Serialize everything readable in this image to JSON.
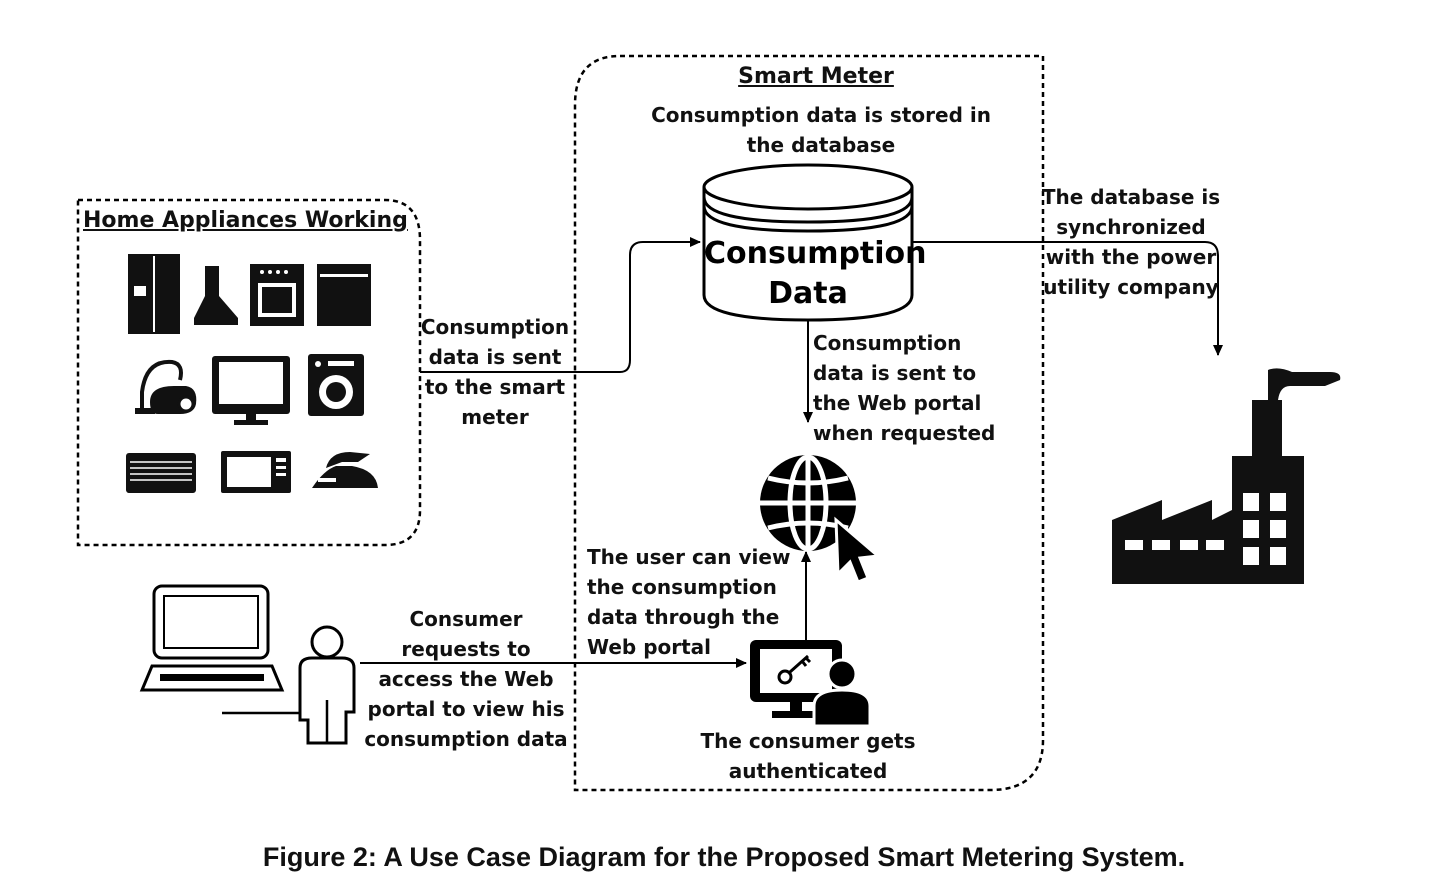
{
  "smart_meter": {
    "title": "Smart Meter",
    "stored_note_line1": "Consumption data is stored in",
    "stored_note_line2": "the database"
  },
  "database": {
    "label_line1": "Consumption",
    "label_line2": "Data"
  },
  "home_appliances": {
    "title": "Home Appliances Working",
    "icons": [
      "refrigerator-icon",
      "range-hood-icon",
      "oven-icon",
      "dishwasher-icon",
      "vacuum-cleaner-icon",
      "monitor-icon",
      "washing-machine-icon",
      "air-conditioner-icon",
      "microwave-icon",
      "iron-icon"
    ]
  },
  "labels": {
    "sent_to_meter": [
      "Consumption",
      "data is sent",
      "to the smart",
      "meter"
    ],
    "sync": [
      "The database is",
      "synchronized",
      "with the power",
      "utility company"
    ],
    "sent_to_portal": [
      "Consumption",
      "data is sent to",
      "the Web portal",
      "when requested"
    ],
    "user_view": [
      "The user can view",
      "the consumption",
      "data through the",
      "Web portal"
    ],
    "consumer_request": [
      "Consumer",
      "requests to",
      "access the Web",
      "portal to view his",
      "consumption data"
    ],
    "authenticated": [
      "The consumer gets",
      "authenticated"
    ]
  },
  "caption": "Figure 2: A Use Case Diagram for the Proposed Smart Metering System."
}
